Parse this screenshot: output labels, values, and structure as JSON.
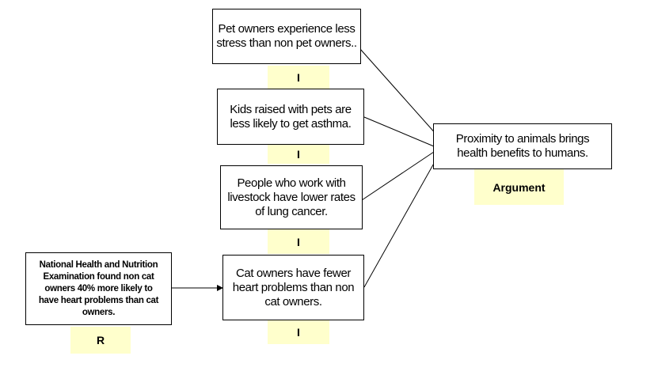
{
  "claims": [
    {
      "text": "Pet owners experience less stress than non pet owners..",
      "tag": "I"
    },
    {
      "text": "Kids raised with pets are less likely to get asthma.",
      "tag": "I"
    },
    {
      "text": "People who work with livestock have lower rates of lung cancer.",
      "tag": "I"
    },
    {
      "text": "Cat owners have fewer heart problems than non cat owners.",
      "tag": "I"
    }
  ],
  "conclusion": {
    "text": "Proximity to animals brings health benefits to humans.",
    "tag": "Argument"
  },
  "evidence": {
    "text": "National Health and Nutrition Examination found non cat owners 40% more likely to have heart problems than cat owners.",
    "tag": "R"
  },
  "colors": {
    "tag_fill": "#ffffcc",
    "border": "#000000"
  }
}
